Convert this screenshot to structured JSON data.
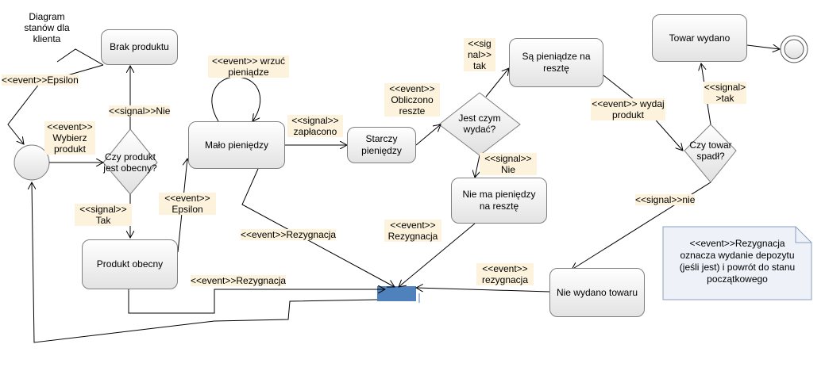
{
  "title": "Diagram\nstanów dla\nklienta",
  "states": {
    "brak_produktu": "Brak produktu",
    "malo_pieniedzy": "Mało pieniędzy",
    "starczy": "Starczy\npieniędzy",
    "sa_pieniadze": "Są pieniądze na\nresztę",
    "towar_wydano": "Towar wydano",
    "produkt_obecny": "Produkt obecny",
    "nie_ma_pieniedzy": "Nie ma pieniędzy\nna resztę",
    "nie_wydano": "Nie wydano towaru"
  },
  "decisions": {
    "czy_produkt": "Czy produkt\njest obecny?",
    "jest_czym": "Jest czym\nwydać?",
    "czy_towar": "Czy towar\nspadł?"
  },
  "labels": {
    "epsilon_top": "<<event>>Epsilon",
    "wybierz": "<<event>>\nWybierz\nprodukt",
    "signal_nie_1": "<<signal>>Nie",
    "signal_tak_1": "<<signal>>\nTak",
    "event_epsilon": "<<event>>\nEpsilon",
    "wrzuc": "<<event>> wrzuć\npieniądze",
    "zaplacono": "<<signal>>\nzapłacono",
    "obliczono": "<<event>>\nObliczono\nreszte",
    "signal_tak_2": "<<sig\nnal>>\ntak",
    "signal_nie_2": "<<signal>>\nNie",
    "rezygnacja_1": "<<event>>Rezygnacja",
    "rezygnacja_2": "<<event>>\nRezygnacja",
    "rezygnacja_3": "<<event>>Rezygnacja",
    "rezygnacja_4": "<<event>>\nrezygnacja",
    "wydaj": "<<event>> wydaj\nprodukt",
    "signal_tak_3": "<<signal>\n>tak",
    "signal_nie_3": "<<signal>>nie"
  },
  "note": "<<event>>Rezygnacja\noznacza wydanie depozytu\n(jeśli jest) i powrót do stanu\npoczątkowego"
}
